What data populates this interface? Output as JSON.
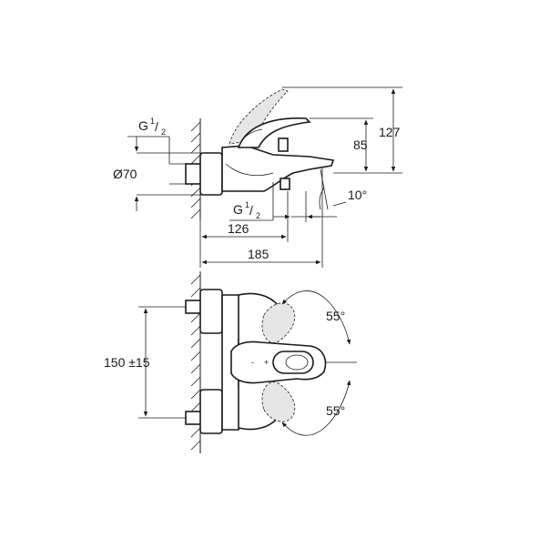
{
  "side_view": {
    "inlet_label": "G",
    "inlet_sup": "1",
    "inlet_sub": "2",
    "diameter": "Ø70",
    "outlet_label": "G",
    "outlet_sup": "1",
    "outlet_sub": "2",
    "dim_126": "126",
    "dim_185": "185",
    "dim_127": "127",
    "dim_85": "85",
    "angle_10": "10°"
  },
  "top_view": {
    "spacing": "150 ±15",
    "angle_upper": "55°",
    "angle_lower": "55°"
  },
  "colors": {
    "line": "#1a1a1a",
    "ghost_fill": "#e6e6e6",
    "background": "#ffffff"
  }
}
